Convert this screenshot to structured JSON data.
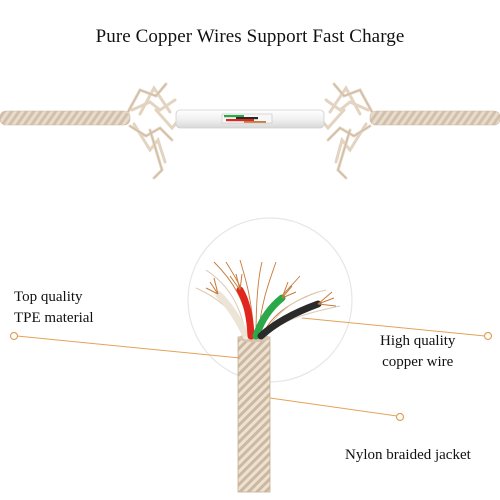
{
  "headline": "Pure Copper Wires Support Fast Charge",
  "callouts": {
    "tpe": {
      "line1": "Top quality",
      "line2": "TPE material"
    },
    "copper": {
      "line1": "High quality",
      "line2": "copper wire"
    },
    "nylon": {
      "line1": "Nylon braided jacket"
    }
  },
  "colors": {
    "braid": "#e6d8c8",
    "braid_dark": "#c9b59e",
    "callout_line": "#e2a35a",
    "wire_red": "#e0261e",
    "wire_green": "#2aa84a",
    "wire_black": "#2a2a2a",
    "wire_white": "#f3ecdf",
    "copper": "#c77a3a"
  },
  "icons": {
    "top_cable": "braided-cable-cut-icon",
    "bottom_cable": "wire-bundle-icon"
  }
}
